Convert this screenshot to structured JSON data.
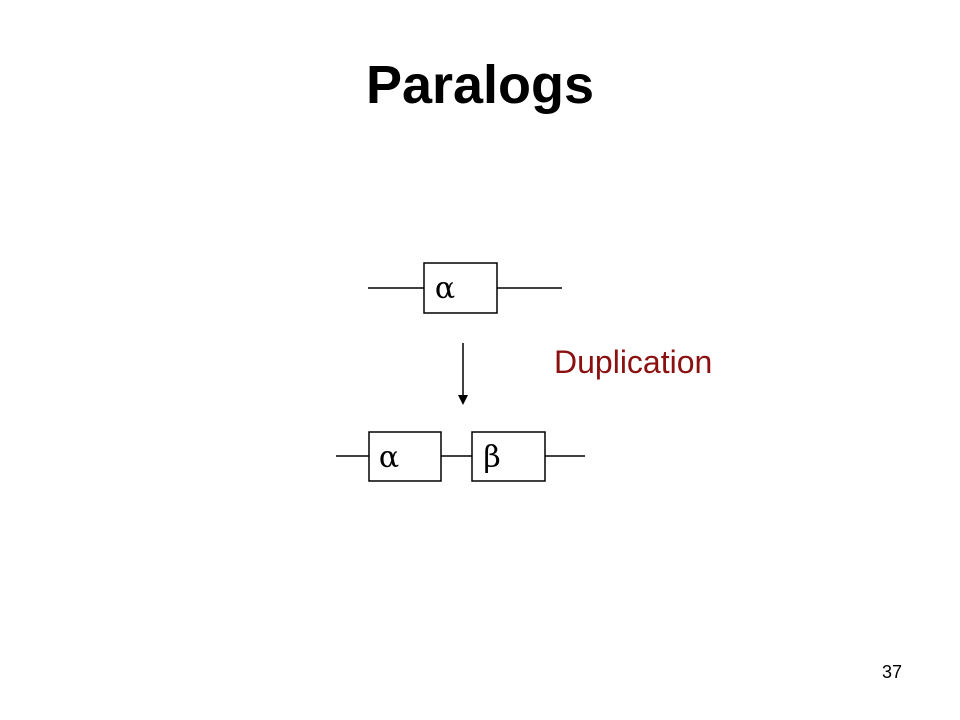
{
  "slide": {
    "title": "Paralogs",
    "page_number": "37"
  },
  "diagram": {
    "original_gene": {
      "label": "α"
    },
    "duplicated_genes": [
      {
        "label": "α"
      },
      {
        "label": "β"
      }
    ],
    "process_label": "Duplication",
    "process_color": "#8b1111"
  }
}
